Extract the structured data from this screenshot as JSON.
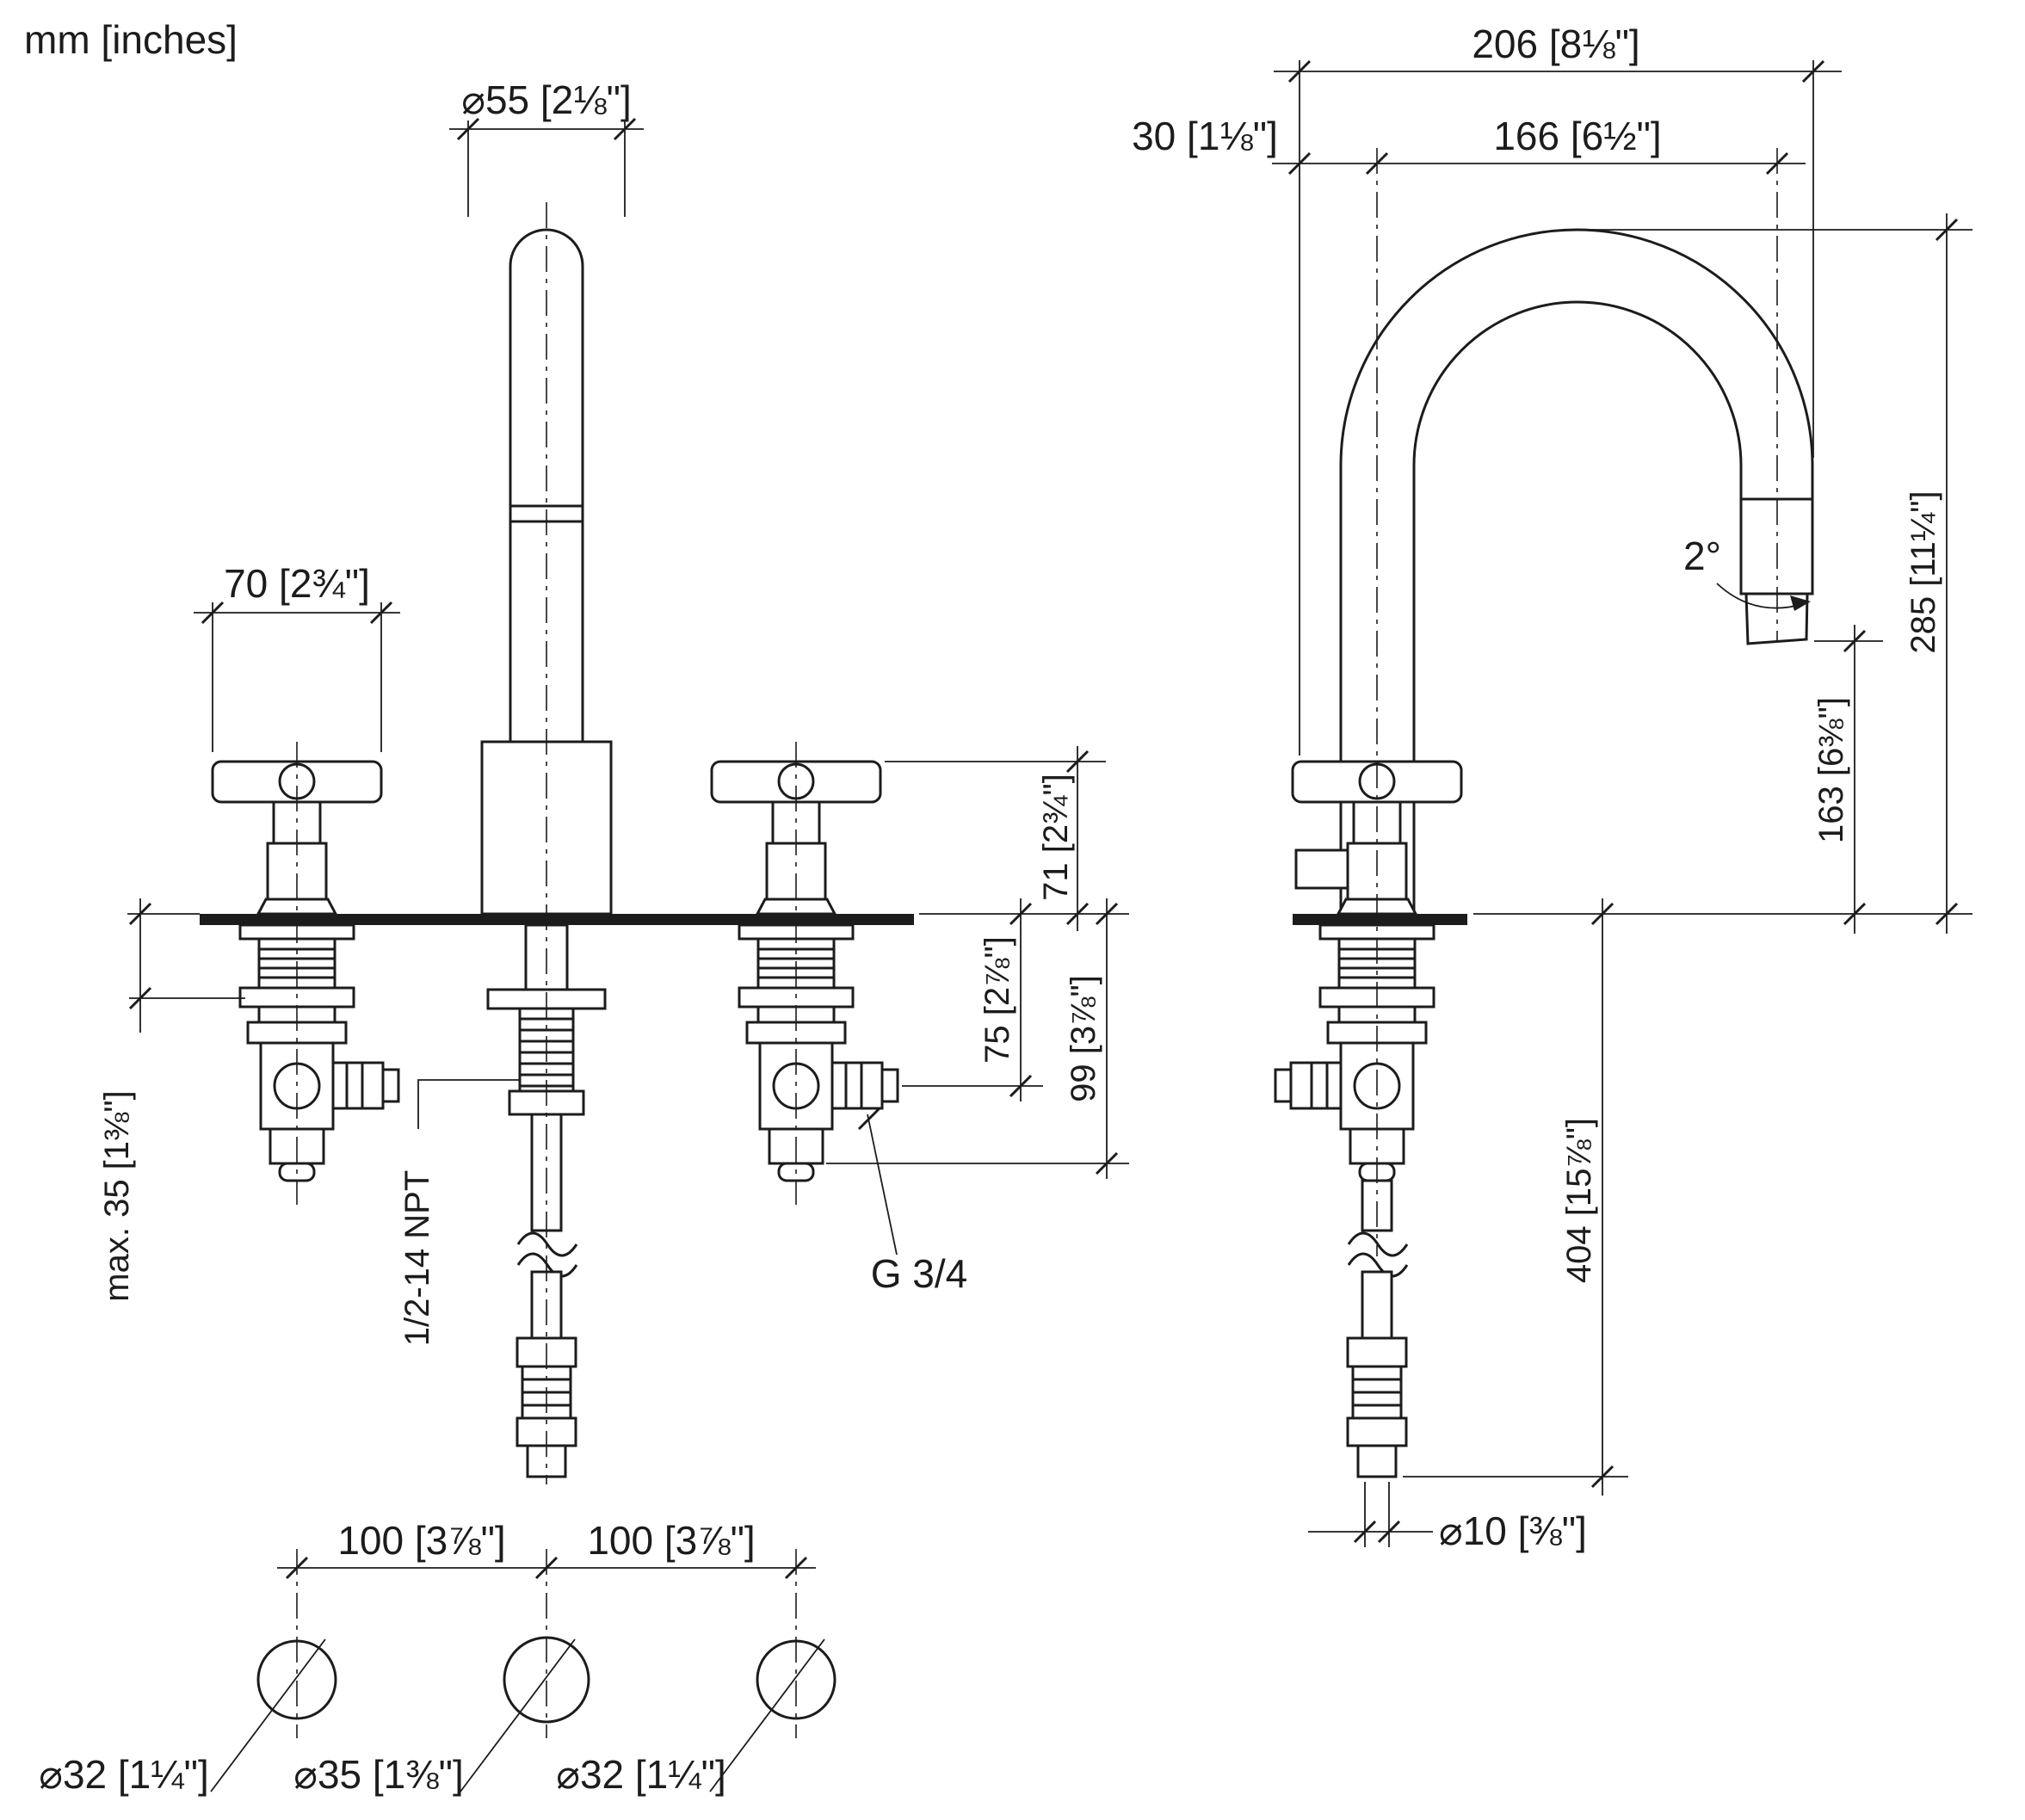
{
  "units_note": "mm [inches]",
  "front_view": {
    "dia_spout": "⌀55 [2⅛\"]",
    "handle_width": "70 [2¾\"]",
    "height_handle": "71 [2¾\"]",
    "height_outlet": "75 [2⅞\"]",
    "height_valve": "99 [3⅞\"]",
    "max_thickness": "max. 35 [1⅜\"]",
    "thread_npt": "1/2-14 NPT",
    "thread_g": "G 3/4",
    "spacing_left": "100 [3⅞\"]",
    "spacing_right": "100 [3⅞\"]",
    "hole_left": "⌀32 [1¼\"]",
    "hole_center": "⌀35 [1⅜\"]",
    "hole_right": "⌀32 [1¼\"]"
  },
  "side_view": {
    "depth_total": "206 [8⅛\"]",
    "depth_back": "30 [1⅛\"]",
    "depth_outlet": "166 [6½\"]",
    "height_total": "285 [11¼\"]",
    "height_spout": "163 [6⅜\"]",
    "length_below": "404 [15⅞\"]",
    "dia_hose": "⌀10 [⅜\"]",
    "outlet_angle": "2°"
  }
}
